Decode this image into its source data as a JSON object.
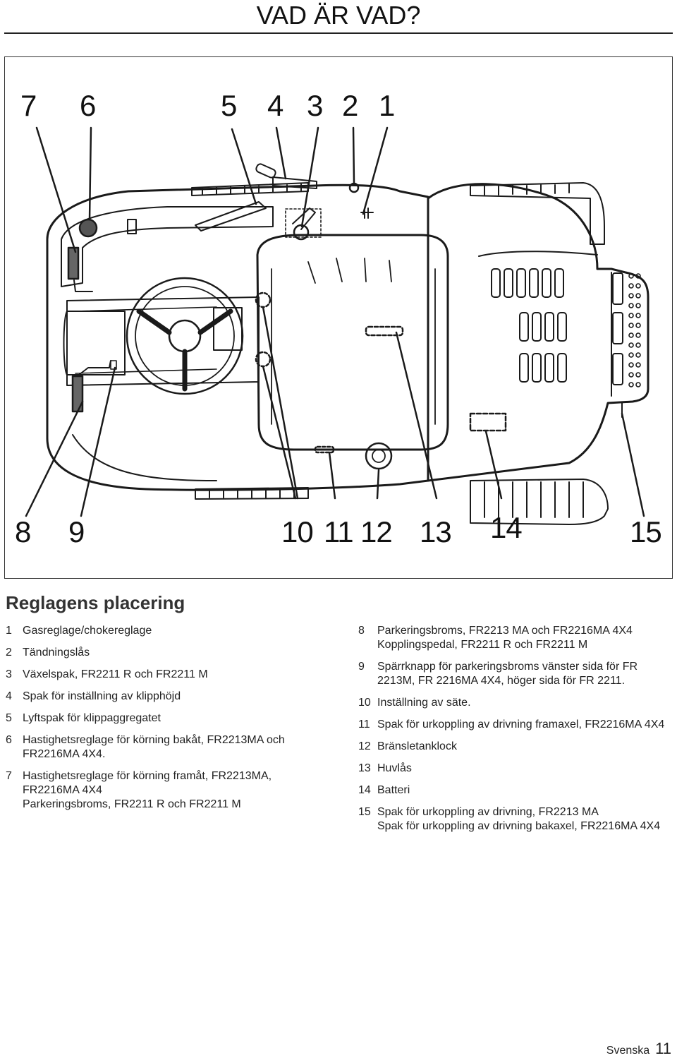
{
  "header": {
    "title": "VAD ÄR VAD?"
  },
  "figure": {
    "callouts": [
      "7",
      "6",
      "5",
      "4",
      "3",
      "2",
      "1",
      "8",
      "9",
      "10",
      "11",
      "12",
      "13",
      "14",
      "15"
    ]
  },
  "section": {
    "title": "Reglagens placering"
  },
  "legend_left": [
    {
      "num": "1",
      "lines": [
        "Gasreglage/chokereglage"
      ]
    },
    {
      "num": "2",
      "lines": [
        "Tändningslås"
      ]
    },
    {
      "num": "3",
      "lines": [
        "Växelspak, FR2211 R och FR2211 M"
      ]
    },
    {
      "num": "4",
      "lines": [
        "Spak för inställning av klipphöjd"
      ]
    },
    {
      "num": "5",
      "lines": [
        "Lyftspak för klippaggregatet"
      ]
    },
    {
      "num": "6",
      "lines": [
        "Hastighetsreglage för körning bakåt, FR2213MA och",
        "FR2216MA 4X4."
      ]
    },
    {
      "num": "7",
      "lines": [
        "Hastighetsreglage för körning framåt, FR2213MA,",
        "FR2216MA 4X4",
        "Parkeringsbroms, FR2211 R och FR2211 M"
      ]
    }
  ],
  "legend_right": [
    {
      "num": "8",
      "lines": [
        "Parkeringsbroms, FR2213 MA och FR2216MA 4X4",
        "Kopplingspedal, FR2211 R och FR2211 M"
      ]
    },
    {
      "num": "9",
      "lines": [
        "Spärrknapp för parkeringsbroms vänster sida för FR",
        "2213M, FR 2216MA 4X4, höger sida för FR 2211."
      ]
    },
    {
      "num": "10",
      "lines": [
        "Inställning av säte."
      ]
    },
    {
      "num": "11",
      "lines": [
        "Spak för urkoppling av drivning framaxel, FR2216MA 4X4"
      ]
    },
    {
      "num": "12",
      "lines": [
        "Bränsletanklock"
      ]
    },
    {
      "num": "13",
      "lines": [
        "Huvlås"
      ]
    },
    {
      "num": "14",
      "lines": [
        "Batteri"
      ]
    },
    {
      "num": "15",
      "lines": [
        "Spak för urkoppling av drivning, FR2213 MA",
        "Spak för urkoppling av drivning bakaxel, FR2216MA 4X4"
      ]
    }
  ],
  "footer": {
    "language": "Svenska",
    "page": "11"
  }
}
